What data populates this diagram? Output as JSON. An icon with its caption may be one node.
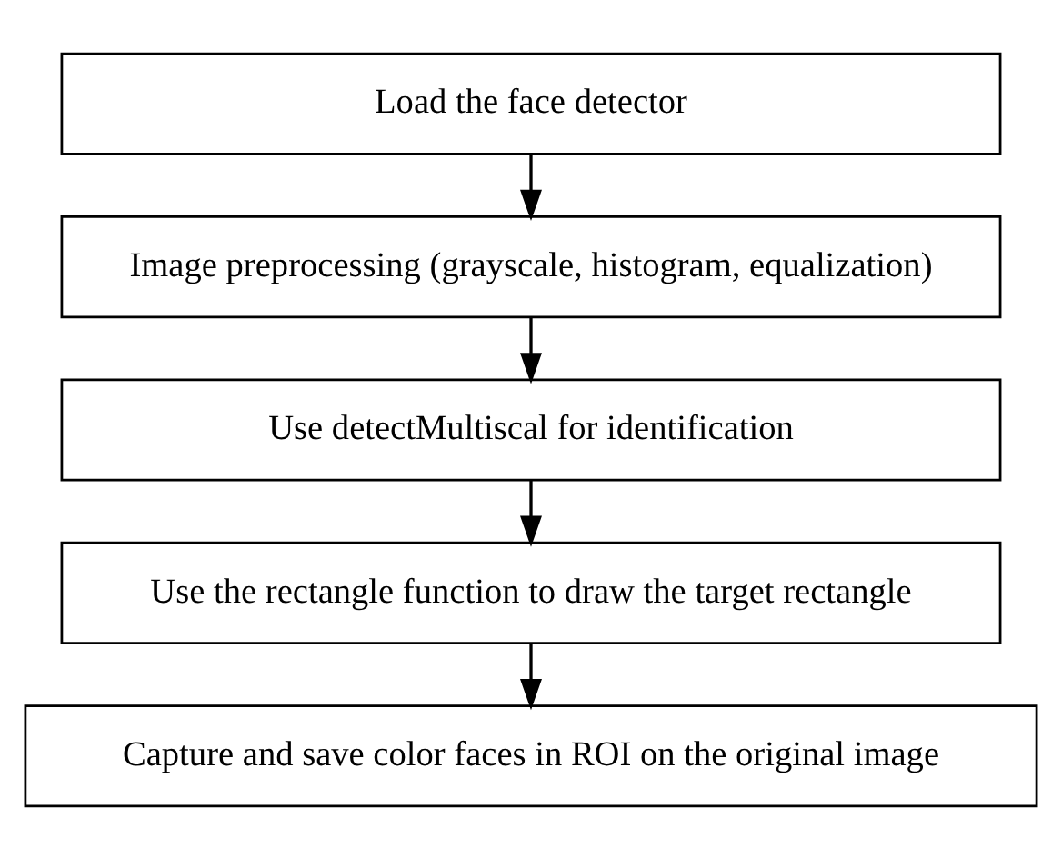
{
  "diagram": {
    "nodes": [
      {
        "text": [
          "Load the face detector"
        ]
      },
      {
        "text": [
          "Image preprocessing (grayscale, histogram, equalization)"
        ]
      },
      {
        "text": [
          "Use detectMultiscal for identification"
        ]
      },
      {
        "text": [
          "Use the rectangle function to draw the target rectangle"
        ]
      },
      {
        "text": [
          "Capture and save color faces in ROI on the original image"
        ]
      }
    ],
    "edges": [
      {
        "from": 0,
        "to": 1,
        "arrow": "to"
      },
      {
        "from": 1,
        "to": 2,
        "arrow": "to"
      },
      {
        "from": 2,
        "to": 3,
        "arrow": "to"
      },
      {
        "from": 3,
        "to": 4,
        "arrow": "to"
      }
    ]
  }
}
